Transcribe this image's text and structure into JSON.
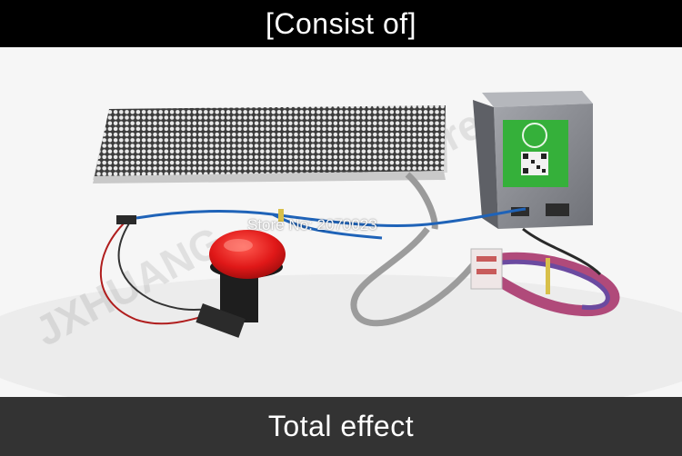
{
  "header": {
    "title": "[Consist of]"
  },
  "footer": {
    "caption": "Total effect"
  },
  "photo": {
    "store_label": "Store No: 2070023",
    "components": [
      "led-matrix-panel",
      "controller-box",
      "red-push-button",
      "ribbon-cable",
      "power-cable"
    ]
  },
  "colors": {
    "top_bar": "#000000",
    "bottom_bar": "#333333",
    "text": "#ffffff",
    "background": "#f6f6f6",
    "button_red": "#e01818",
    "label_green": "#35b03a",
    "box_grey": "#8d8f95"
  }
}
